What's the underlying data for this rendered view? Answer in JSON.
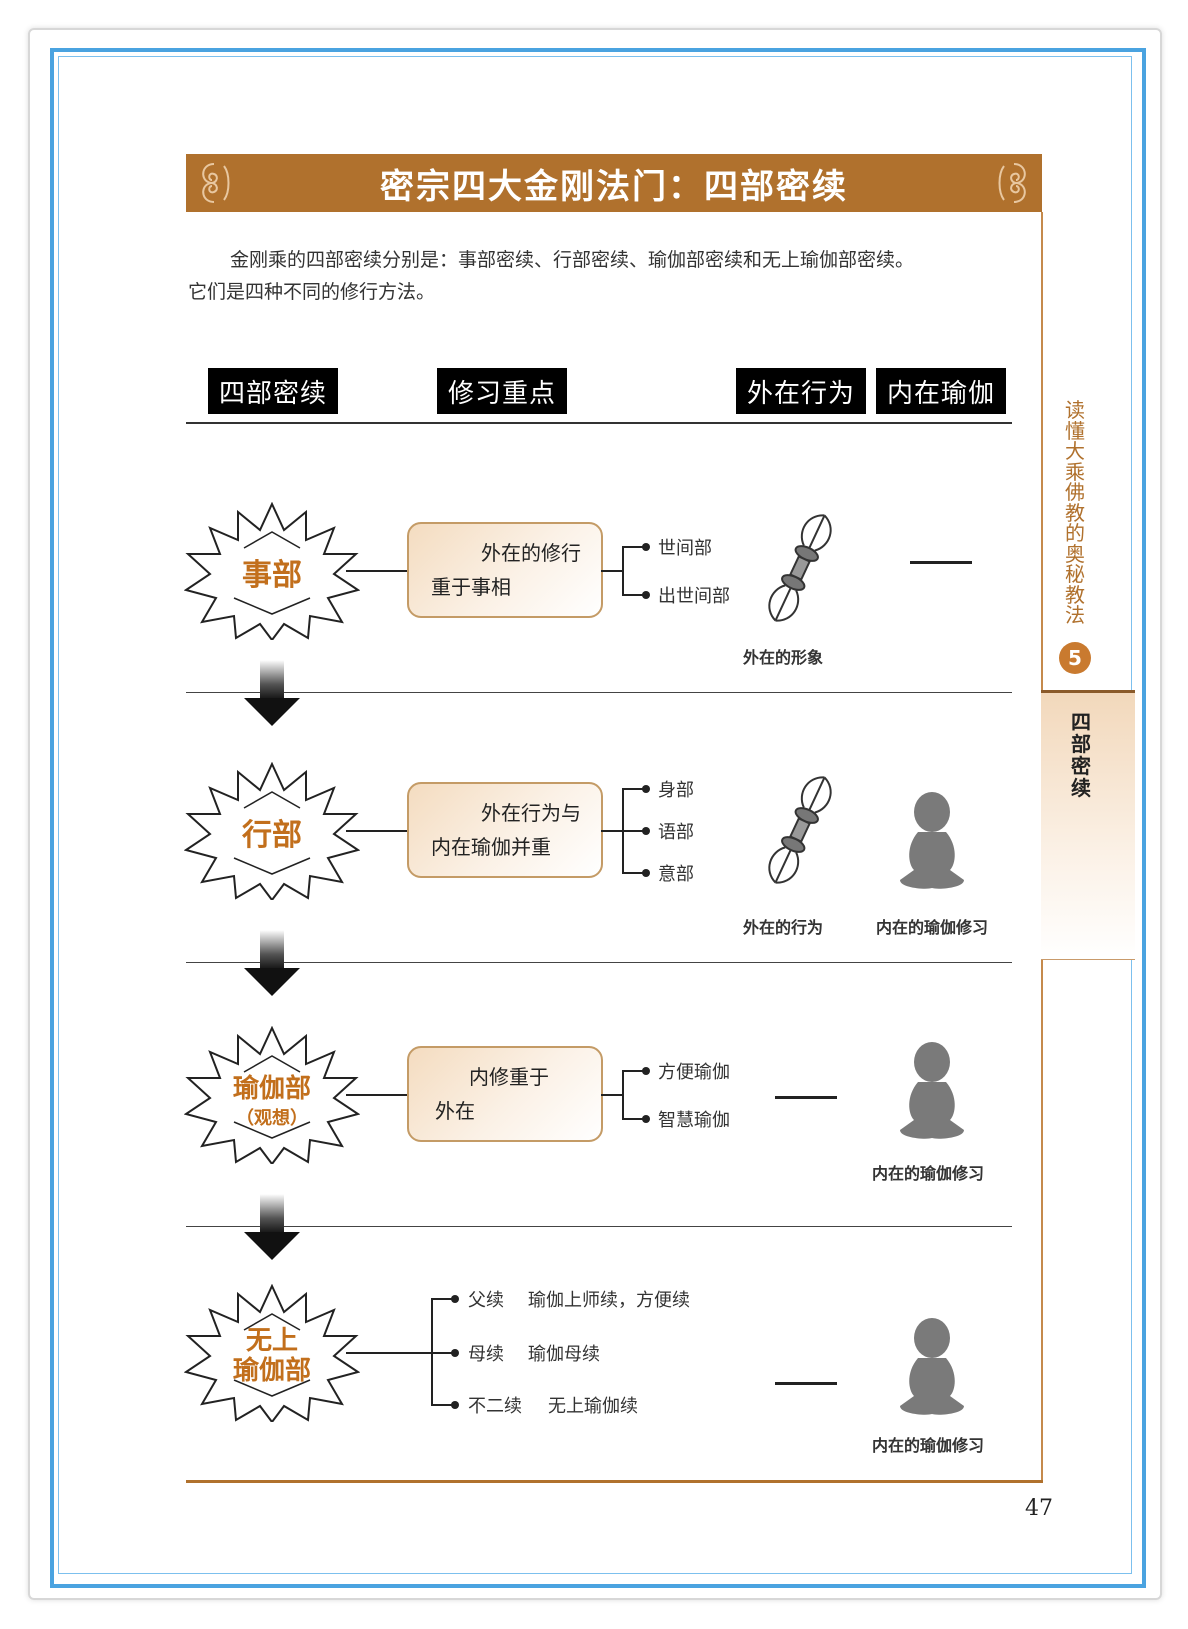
{
  "title": "密宗四大金刚法门：四部密续",
  "intro": {
    "line1": "金刚乘的四部密续分别是：事部密续、行部密续、瑜伽部密续和无上瑜伽部密续。",
    "line2": "它们是四种不同的修行方法。"
  },
  "headers": [
    "四部密续",
    "修习重点",
    "外在行为",
    "内在瑜伽"
  ],
  "rows": [
    {
      "name": "事部",
      "focus": [
        "外在的修行",
        "重于事相"
      ],
      "branches": [
        "世间部",
        "出世间部"
      ],
      "outer_caption": "外在的形象",
      "inner_caption": ""
    },
    {
      "name": "行部",
      "focus": [
        "外在行为与",
        "内在瑜伽并重"
      ],
      "branches": [
        "身部",
        "语部",
        "意部"
      ],
      "outer_caption": "外在的行为",
      "inner_caption": "内在的瑜伽修习"
    },
    {
      "name": "瑜伽部",
      "name_sub": "（观想）",
      "focus": [
        "内修重于",
        "外在"
      ],
      "branches": [
        "方便瑜伽",
        "智慧瑜伽"
      ],
      "outer_caption": "",
      "inner_caption": "内在的瑜伽修习"
    },
    {
      "name_line1": "无上",
      "name_line2": "瑜伽部",
      "branches": [
        {
          "name": "父续",
          "desc": "瑜伽上师续，方便续"
        },
        {
          "name": "母续",
          "desc": "瑜伽母续"
        },
        {
          "name": "不二续",
          "desc": "无上瑜伽续"
        }
      ],
      "inner_caption": "内在的瑜伽修习"
    }
  ],
  "sidebar": {
    "section_title": "读懂大乘佛教的奥秘教法",
    "chapter_number": "5",
    "topic": "四部密续"
  },
  "page_number": "47",
  "colors": {
    "accent": "#b0712d",
    "frame": "#4aa3e0",
    "lotus_text": "#c26f1c"
  }
}
